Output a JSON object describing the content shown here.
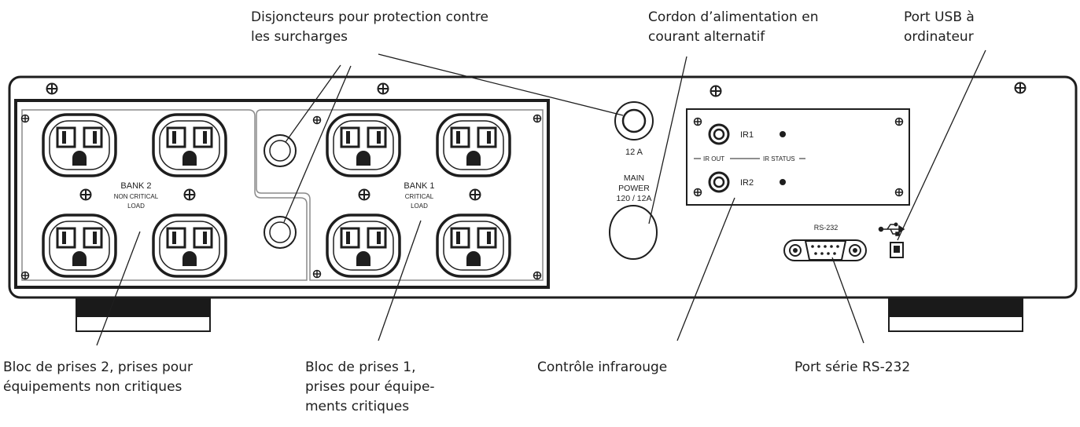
{
  "callouts": {
    "breakers": [
      "Disjoncteurs pour protection contre",
      "les surcharges"
    ],
    "ac_cord": [
      "Cordon d’alimentation en",
      "courant alternatif"
    ],
    "usb": [
      "Port USB à",
      "ordinateur"
    ],
    "bank2": [
      "Bloc de prises 2, prises pour",
      "équipements non critiques"
    ],
    "bank1": [
      "Bloc de prises 1,",
      "prises pour équipe-",
      "ments critiques"
    ],
    "ir_control": [
      "Contrôle infrarouge"
    ],
    "rs232_port": [
      "Port série RS-232"
    ]
  },
  "panel_labels": {
    "bank2": [
      "BANK 2",
      "NON CRITICAL",
      "LOAD"
    ],
    "bank1": [
      "BANK 1",
      "CRITICAL",
      "LOAD"
    ],
    "breaker_rating": "12 A",
    "main_power": [
      "MAIN",
      "POWER",
      "120 / 12A"
    ],
    "ir1": "IR1",
    "ir2": "IR2",
    "ir_out": "IR OUT",
    "ir_status": "IR STATUS",
    "rs232": "RS-232"
  },
  "colors": {
    "line": "#1e1e1e",
    "chassis": "#ffffff",
    "panel_border": "#8a8a8a",
    "feet": "#1a1a1a"
  }
}
